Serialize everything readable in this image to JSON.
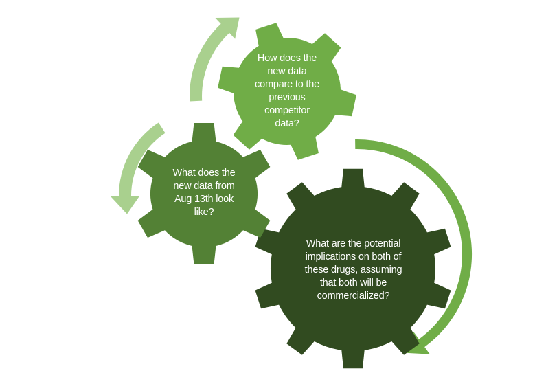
{
  "diagram": {
    "type": "gear-cycle",
    "colors": {
      "arrow_light": "#A9D08E",
      "arrow_medium": "#70AD47",
      "gear_top": "#70AD47",
      "gear_middle": "#538135",
      "gear_large": "#314B20",
      "text": "#FFFFFF"
    },
    "gears": [
      {
        "id": "gear-compare",
        "teeth": 6,
        "label": "How does the\nnew data\ncompare to the\nprevious\ncompetitor\ndata?"
      },
      {
        "id": "gear-new-data",
        "teeth": 6,
        "label": "What does the\nnew data from\nAug 13th look\nlike?"
      },
      {
        "id": "gear-implications",
        "teeth": 10,
        "label": "What are the potential\nimplications on both of\nthese drugs, assuming\nthat both will be\ncommercialized?"
      }
    ],
    "arrows": [
      {
        "id": "arrow-upper-left",
        "direction": "up",
        "color_key": "arrow_light"
      },
      {
        "id": "arrow-left",
        "direction": "down",
        "color_key": "arrow_light"
      },
      {
        "id": "arrow-right",
        "direction": "down",
        "color_key": "arrow_medium"
      }
    ]
  }
}
